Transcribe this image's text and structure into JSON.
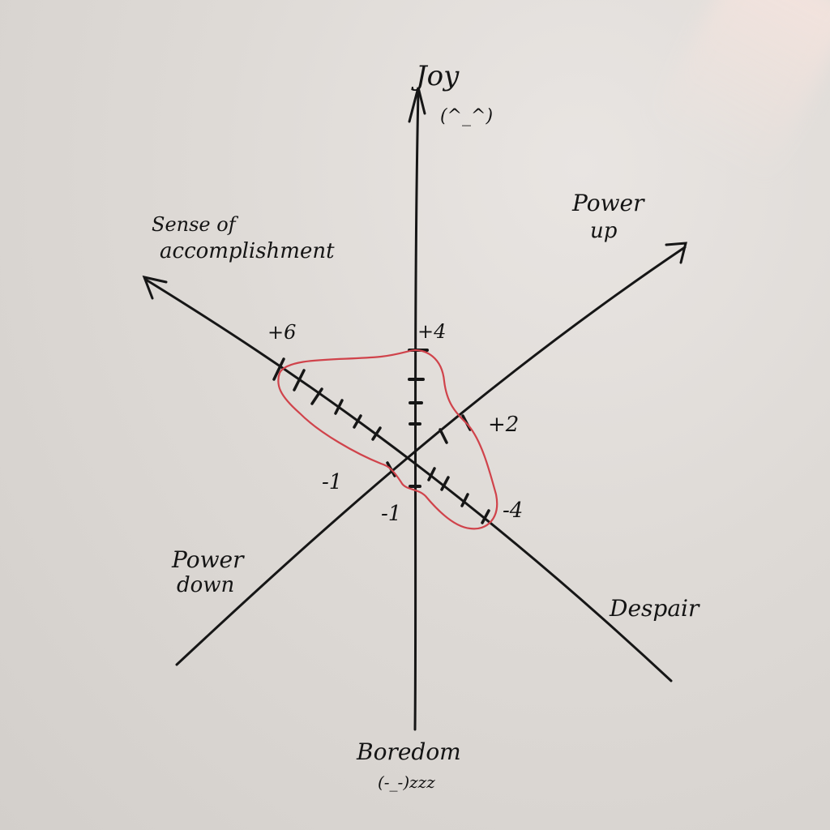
{
  "chart_data": {
    "type": "radar",
    "title": "",
    "axes": [
      {
        "name": "Joy",
        "positive_label": "Joy",
        "positive_face": "(^_^)",
        "negative_label": "Boredom",
        "negative_face": "(-_-)zzz",
        "positive_end_tick": "+4",
        "negative_end_tick": "-1",
        "ticks_positive": 4,
        "ticks_negative": 1
      },
      {
        "name": "Sense of accomplishment",
        "positive_label": "Sense of accomplishment",
        "negative_label": "Despair",
        "positive_end_tick": "+6",
        "negative_end_tick": "-4",
        "ticks_positive": 6,
        "ticks_negative": 4
      },
      {
        "name": "Power up",
        "positive_label": "Power up",
        "negative_label": "Power down",
        "positive_end_tick": "+2",
        "negative_end_tick": "-1",
        "ticks_positive": 2,
        "ticks_negative": 1
      }
    ],
    "series": [
      {
        "name": "profile",
        "color": "#d0434b",
        "values": {
          "Joy": [
            4,
            -1
          ],
          "Sense of accomplishment": [
            6,
            -4
          ],
          "Power up": [
            2,
            -1
          ]
        }
      }
    ]
  },
  "labels": {
    "joy": "Joy",
    "joy_face": "(^_^)",
    "boredom": "Boredom",
    "boredom_face": "(-_-)zzz",
    "accomplishment_line1": "Sense of",
    "accomplishment_line2": "accomplishment",
    "despair": "Despair",
    "power_up_line1": "Power",
    "power_up_line2": "up",
    "power_down_line1": "Power",
    "power_down_line2": "down",
    "tick_plus6": "+6",
    "tick_plus4": "+4",
    "tick_plus2": "+2",
    "tick_minus1_power": "-1",
    "tick_minus1_joy": "-1",
    "tick_minus4": "-4"
  },
  "colors": {
    "ink": "#141414",
    "red_marker": "#d0434b",
    "board": "#dedad6"
  }
}
